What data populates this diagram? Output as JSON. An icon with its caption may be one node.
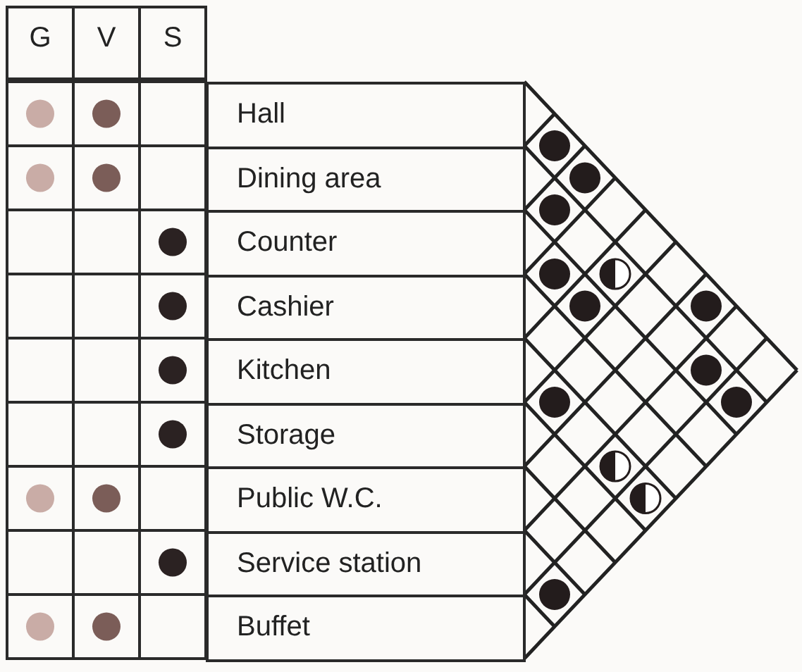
{
  "diagram": {
    "nodes": [
      {
        "text": [
          "Hall"
        ]
      },
      {
        "text": [
          "Dining area"
        ]
      },
      {
        "text": [
          "Counter"
        ]
      },
      {
        "text": [
          "Cashier"
        ]
      },
      {
        "text": [
          "Kitchen"
        ]
      },
      {
        "text": [
          "Storage"
        ]
      },
      {
        "text": [
          "Public W.C."
        ]
      },
      {
        "text": [
          "Service station"
        ]
      },
      {
        "text": [
          "Buffet"
        ]
      }
    ],
    "labels": [
      "G",
      "V",
      "S"
    ]
  }
}
